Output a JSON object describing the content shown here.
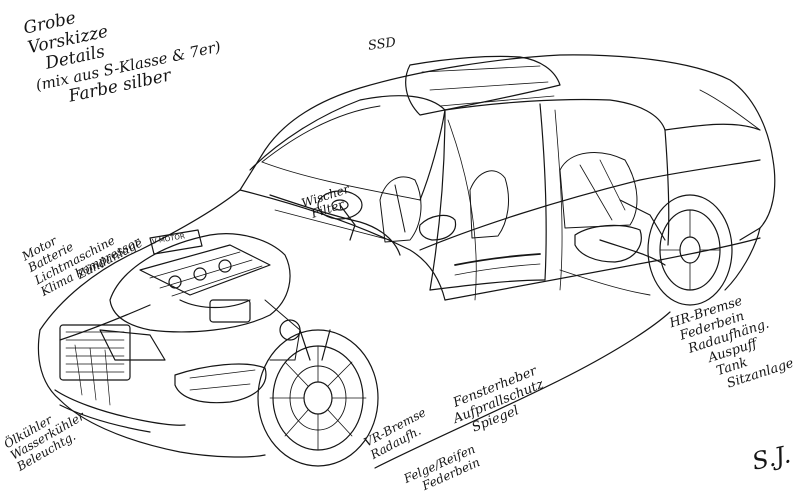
{
  "notes": {
    "title_lines": [
      "Grobe",
      "Vorskizze",
      "Details",
      "(mix aus S-Klasse & 7er)",
      "Farbe silber"
    ],
    "roof": "SSD",
    "engine_lines": [
      "Motor",
      "Batterie",
      "Lichtmaschine",
      "Klima kompressor",
      "Zündanlage"
    ],
    "engine_label": "V-MOTOR",
    "wiper_lines": [
      "Wischer",
      "Filter"
    ],
    "rear_lines": [
      "HR-Bremse",
      "Federbein",
      "Radaufhäng.",
      "Auspuff",
      "Tank",
      "Sitzanlage"
    ],
    "front_lines": [
      "Ölkühler",
      "Wasserkühler",
      "Beleuchtg."
    ],
    "brake_lines": [
      "VR-Bremse",
      "Radaufh."
    ],
    "rim_lines": [
      "Felge/Reifen",
      "Federbein"
    ],
    "window_lines": [
      "Fensterheber",
      "Aufprallschutz",
      "Spiegel"
    ],
    "signature": "S.J."
  },
  "colors": {
    "ink": "#151515",
    "paper": "#ffffff",
    "light_ink": "#4a4a4a"
  }
}
